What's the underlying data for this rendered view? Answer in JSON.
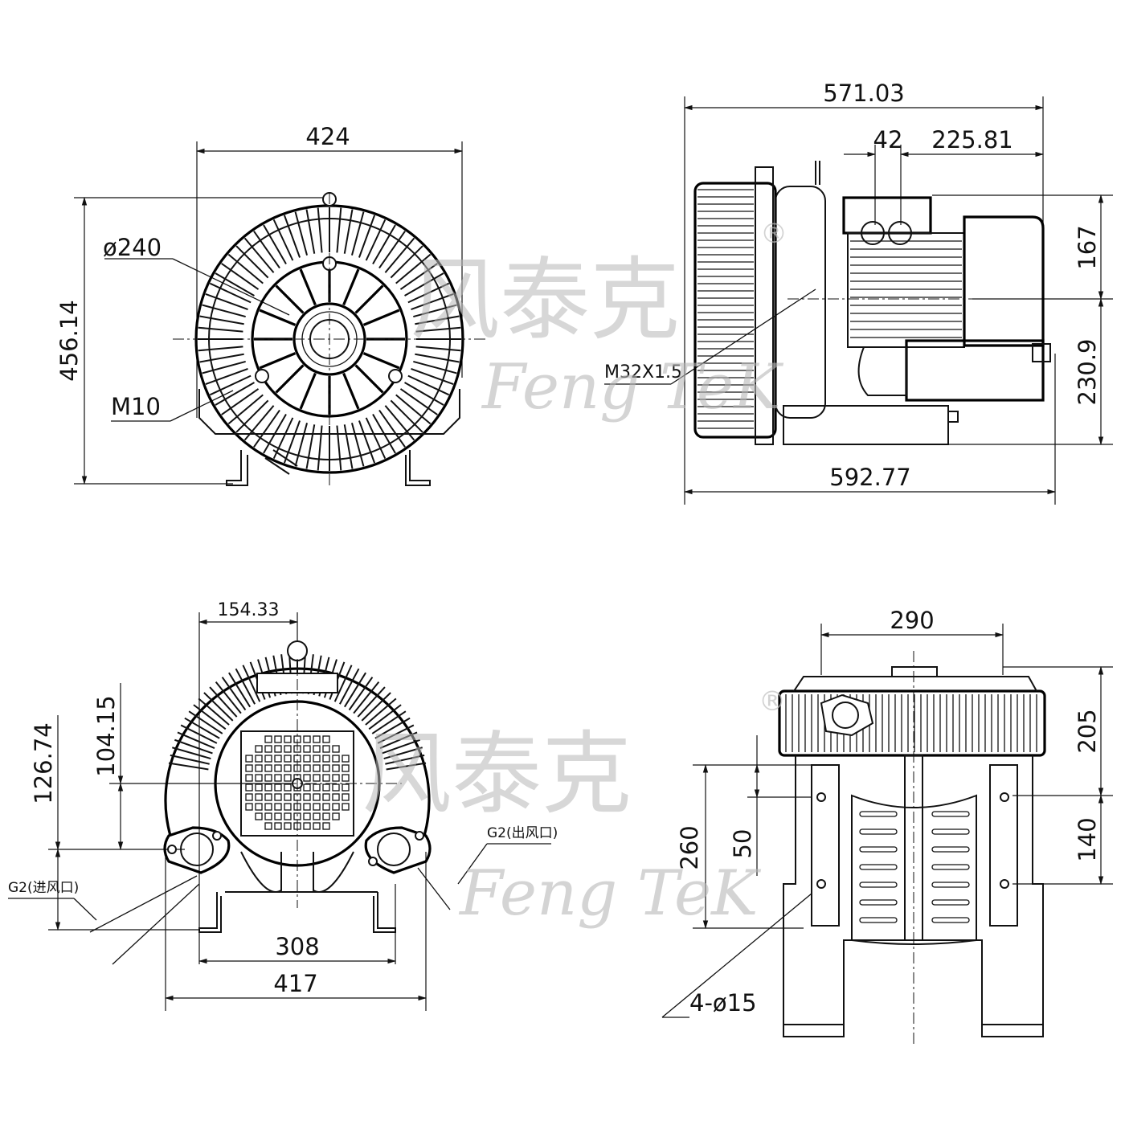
{
  "views": {
    "front": {
      "dims": {
        "width": "424",
        "height": "456.14",
        "diameter": "ø240",
        "bolt": "M10"
      }
    },
    "side": {
      "dims": {
        "overall": "571.03",
        "port_spacing": "42",
        "port_to_end": "225.81",
        "upper_height": "167",
        "lower_height": "230.9",
        "base_length": "592.77",
        "cable_gland": "M32X1.5"
      }
    },
    "rear": {
      "dims": {
        "offset": "154.33",
        "center_height": "104.15",
        "port_height": "126.74",
        "foot_span": "308",
        "width": "417",
        "inlet": "G2(进风口)",
        "outlet": "G2(出风口)"
      }
    },
    "bottom": {
      "dims": {
        "width": "290",
        "top": "205",
        "mid": "140",
        "height": "260",
        "hole_pitch": "50",
        "holes": "4-ø15"
      }
    }
  },
  "watermark": {
    "brand_cn": "风泰克",
    "brand_en": "Feng TeK",
    "registered": "®"
  }
}
